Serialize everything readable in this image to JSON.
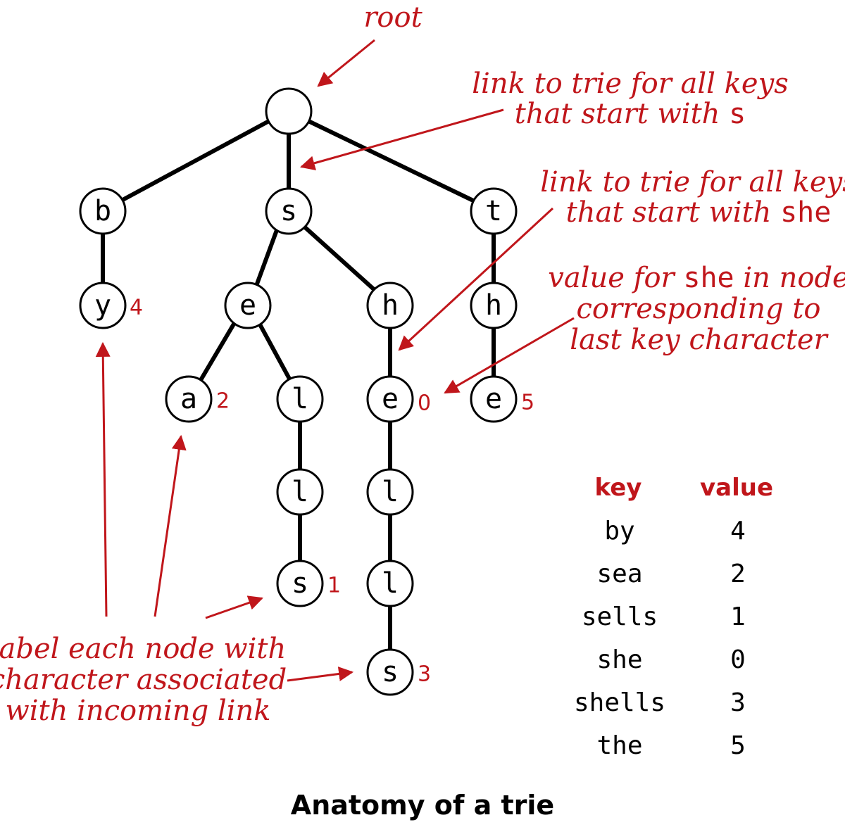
{
  "caption": "Anatomy of a trie",
  "annotations": {
    "root": "root",
    "link_s_line1": "link to trie for all keys",
    "link_s_line2_text": "that start with ",
    "link_s_line2_code": "s",
    "link_she_line1": "link to trie for all keys",
    "link_she_line2_text": "that start with ",
    "link_she_line2_code": "she",
    "value_line1_pre": "value for ",
    "value_line1_code": "she",
    "value_line1_post": " in node",
    "value_line2": "corresponding to",
    "value_line3": "last key character",
    "label_line1": "label each node with",
    "label_line2": "character associated",
    "label_line3": "with incoming link"
  },
  "nodes": {
    "root": "",
    "b": "b",
    "s": "s",
    "t": "t",
    "y": "y",
    "se": "e",
    "sh": "h",
    "th": "h",
    "sea": "a",
    "sel": "l",
    "she": "e",
    "the": "e",
    "sell": "l",
    "shel": "l",
    "sells": "s",
    "shell": "l",
    "shells": "s"
  },
  "values": {
    "y": "4",
    "sea": "2",
    "she": "0",
    "the": "5",
    "sells": "1",
    "shells": "3"
  },
  "table": {
    "headers": {
      "key": "key",
      "value": "value"
    },
    "rows": [
      {
        "key": "by",
        "value": "4"
      },
      {
        "key": "sea",
        "value": "2"
      },
      {
        "key": "sells",
        "value": "1"
      },
      {
        "key": "she",
        "value": "0"
      },
      {
        "key": "shells",
        "value": "3"
      },
      {
        "key": "the",
        "value": "5"
      }
    ]
  },
  "colors": {
    "accent": "#c0161b",
    "ink": "#000000"
  }
}
